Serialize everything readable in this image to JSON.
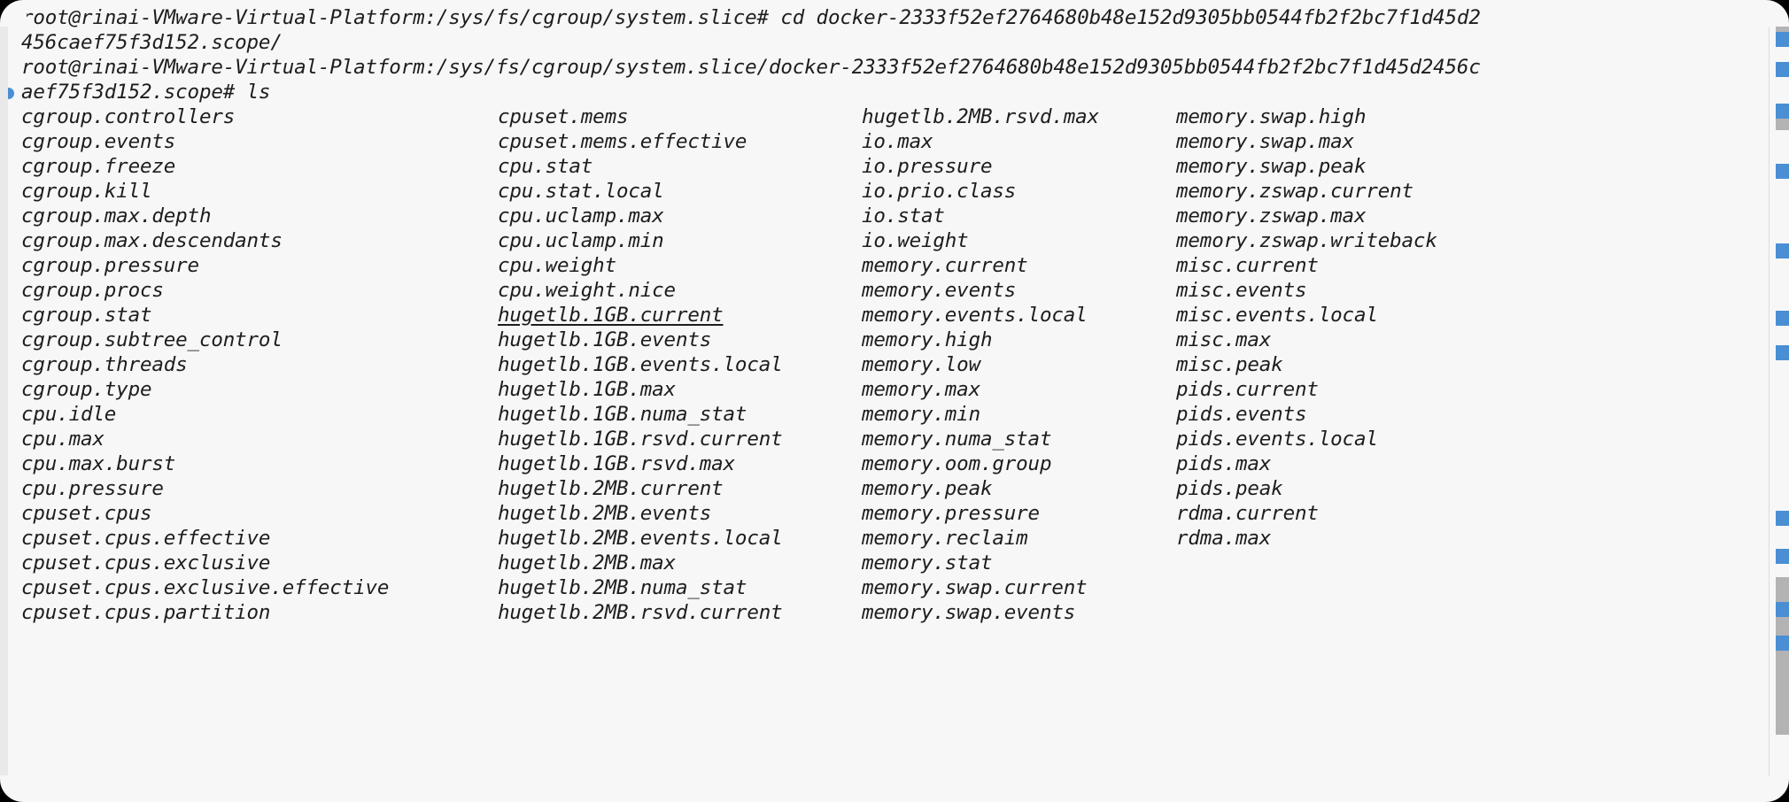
{
  "window": {
    "background": "#f7f7f7",
    "page_background": "#000000",
    "accent": "#4a8fd4",
    "text_color": "#1d1d1f"
  },
  "session": {
    "user": "root",
    "host": "rinai-VMware-Virtual-Platform",
    "container_id": "2333f52ef2764680b48e152d9305bb0544fb2f2bc7f1d45d2456caef75f3d152"
  },
  "lines": [
    {
      "type": "prompt",
      "bullet": true,
      "text": "root@rinai-VMware-Virtual-Platform:/sys/fs/cgroup/system.slice# cd docker-2333f52ef2764680b48e152d9305bb0544fb2f2bc7f1d45d2"
    },
    {
      "type": "wrap",
      "bullet": false,
      "text": "456caef75f3d152.scope/"
    },
    {
      "type": "prompt-wrap",
      "bullet": false,
      "text": "root@rinai-VMware-Virtual-Platform:/sys/fs/cgroup/system.slice/docker-2333f52ef2764680b48e152d9305bb0544fb2f2bc7f1d45d2456c"
    },
    {
      "type": "prompt",
      "bullet": true,
      "text": "aef75f3d152.scope# ls"
    }
  ],
  "ls_output": {
    "command": "ls",
    "hovered_entry": "hugetlb.1GB.current",
    "columns": [
      [
        "cgroup.controllers",
        "cgroup.events",
        "cgroup.freeze",
        "cgroup.kill",
        "cgroup.max.depth",
        "cgroup.max.descendants",
        "cgroup.pressure",
        "cgroup.procs",
        "cgroup.stat",
        "cgroup.subtree_control",
        "cgroup.threads",
        "cgroup.type",
        "cpu.idle",
        "cpu.max",
        "cpu.max.burst",
        "cpu.pressure",
        "cpuset.cpus",
        "cpuset.cpus.effective",
        "cpuset.cpus.exclusive",
        "cpuset.cpus.exclusive.effective",
        "cpuset.cpus.partition"
      ],
      [
        "cpuset.mems",
        "cpuset.mems.effective",
        "cpu.stat",
        "cpu.stat.local",
        "cpu.uclamp.max",
        "cpu.uclamp.min",
        "cpu.weight",
        "cpu.weight.nice",
        "hugetlb.1GB.current",
        "hugetlb.1GB.events",
        "hugetlb.1GB.events.local",
        "hugetlb.1GB.max",
        "hugetlb.1GB.numa_stat",
        "hugetlb.1GB.rsvd.current",
        "hugetlb.1GB.rsvd.max",
        "hugetlb.2MB.current",
        "hugetlb.2MB.events",
        "hugetlb.2MB.events.local",
        "hugetlb.2MB.max",
        "hugetlb.2MB.numa_stat",
        "hugetlb.2MB.rsvd.current"
      ],
      [
        "hugetlb.2MB.rsvd.max",
        "io.max",
        "io.pressure",
        "io.prio.class",
        "io.stat",
        "io.weight",
        "memory.current",
        "memory.events",
        "memory.events.local",
        "memory.high",
        "memory.low",
        "memory.max",
        "memory.min",
        "memory.numa_stat",
        "memory.oom.group",
        "memory.peak",
        "memory.pressure",
        "memory.reclaim",
        "memory.stat",
        "memory.swap.current",
        "memory.swap.events"
      ],
      [
        "memory.swap.high",
        "memory.swap.max",
        "memory.swap.peak",
        "memory.zswap.current",
        "memory.zswap.max",
        "memory.zswap.writeback",
        "misc.current",
        "misc.events",
        "misc.events.local",
        "misc.max",
        "misc.peak",
        "pids.current",
        "pids.events",
        "pids.events.local",
        "pids.max",
        "pids.peak",
        "rdma.current",
        "rdma.max",
        "",
        "",
        ""
      ]
    ]
  },
  "scrollbar": {
    "thumb_color": "#b3b3b3",
    "mark_color": "#4a8fd4",
    "marks_top": [
      36,
      70,
      117,
      185,
      275,
      351,
      390,
      577,
      620,
      680,
      718
    ]
  }
}
